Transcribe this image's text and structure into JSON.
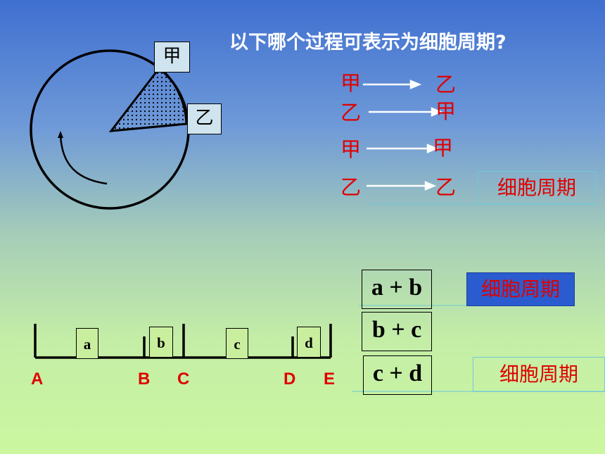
{
  "question": "以下哪个过程可表示为细胞周期?",
  "circle_labels": {
    "jia": "甲",
    "yi": "乙"
  },
  "options": [
    {
      "from": "甲",
      "to": "乙"
    },
    {
      "from": "乙",
      "to": "甲"
    },
    {
      "from": "甲",
      "to": "甲"
    },
    {
      "from": "乙",
      "to": "乙"
    }
  ],
  "cell_cycle_label": "细胞周期",
  "segments": [
    "a",
    "b",
    "c",
    "d"
  ],
  "points": [
    "A",
    "B",
    "C",
    "D",
    "E"
  ],
  "answers": [
    "a + b",
    "b + c",
    "c + d"
  ],
  "colors": {
    "red": "#e00000",
    "highlight_blue": "#2a5ccf"
  }
}
